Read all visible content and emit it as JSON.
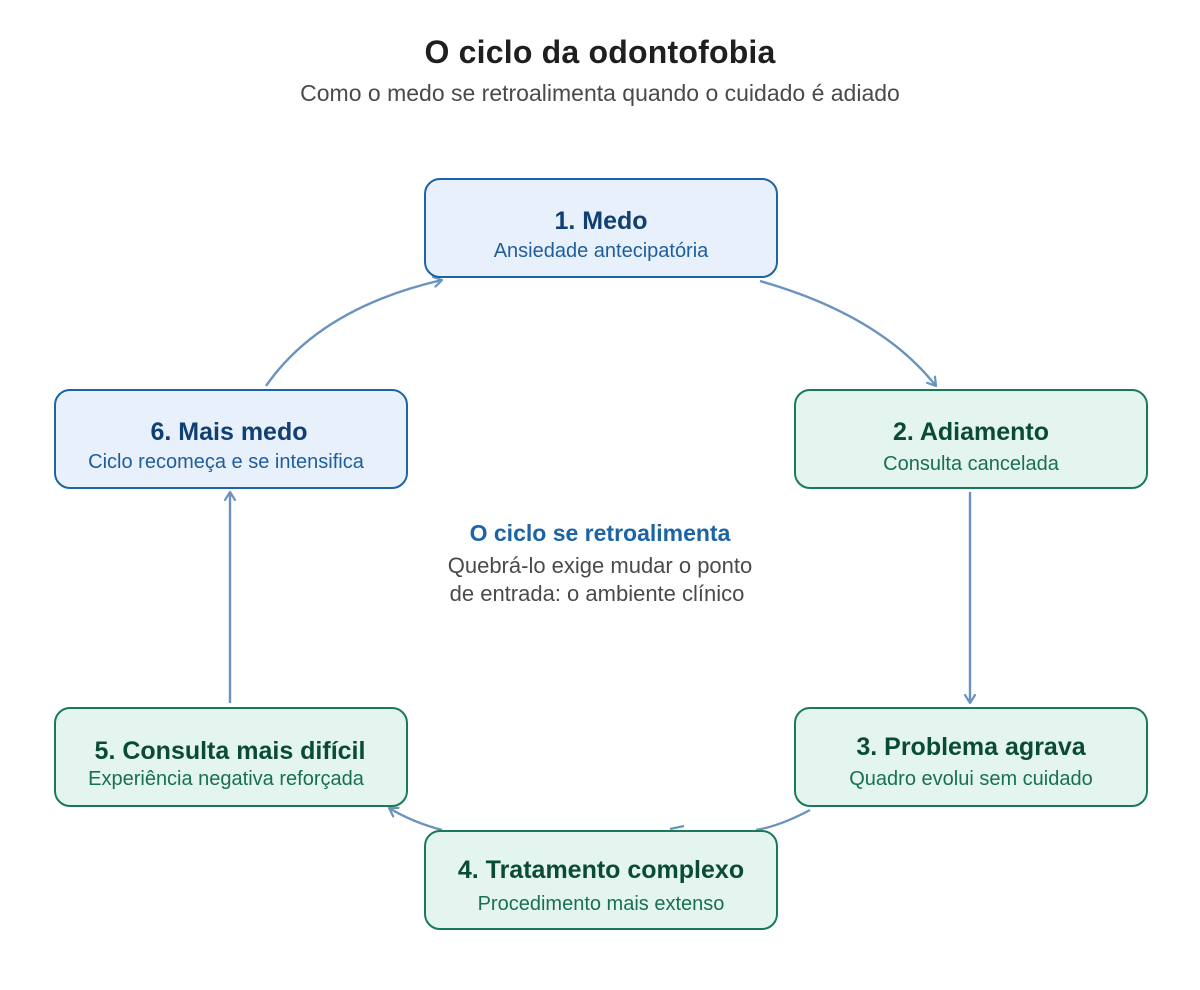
{
  "header": {
    "title": "O ciclo da odontofobia",
    "subtitle": "Como o medo se retroalimenta quando o cuidado é adiado"
  },
  "nodes": [
    {
      "title": "1. Medo",
      "subtitle": "Ansiedade antecipatória",
      "color": "blue"
    },
    {
      "title": "2. Adiamento",
      "subtitle": "Consulta cancelada",
      "color": "green"
    },
    {
      "title": "3. Problema agrava",
      "subtitle": "Quadro evolui sem cuidado",
      "color": "green"
    },
    {
      "title": "4. Tratamento complexo",
      "subtitle": "Procedimento mais extenso",
      "color": "green"
    },
    {
      "title": "5. Consulta mais difícil",
      "subtitle": "Experiência negativa reforçada",
      "color": "green"
    },
    {
      "title": "6. Mais medo",
      "subtitle": "Ciclo recomeça e se intensifica",
      "color": "blue"
    }
  ],
  "center": {
    "title": "O ciclo se retroalimenta",
    "line1": "Quebrá-lo exige mudar o ponto",
    "line2": "de entrada: o ambiente clínico"
  },
  "colors": {
    "blue_border": "#1c64a6",
    "blue_fill": "#e8f0fb",
    "green_border": "#1b7a56",
    "green_fill": "#e3f5ee",
    "arrow": "#6a93bf"
  }
}
